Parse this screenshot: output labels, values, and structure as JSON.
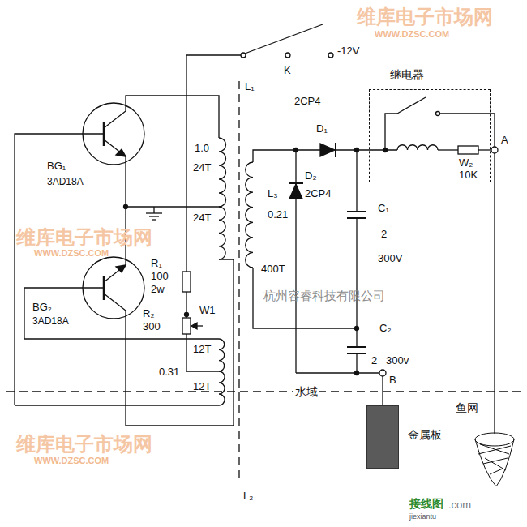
{
  "diagram": {
    "nodes": [
      {
        "text": [
          "继电器"
        ]
      },
      {
        "text": [
          "金属板"
        ]
      }
    ],
    "labels": [
      "-12V",
      "K",
      "L₁",
      "2CP4",
      "D₁",
      "D₂",
      "2CP4",
      "BG₁",
      "3AD18A",
      "1.0",
      "24T",
      "24T",
      "L₃",
      "0.21",
      "400T",
      "C₁",
      "2",
      "300V",
      "R₁",
      "100",
      "2w",
      "BG₂",
      "3AD18A",
      "R₂",
      "300",
      "W1",
      "C₂",
      "2",
      "300v",
      "0.31",
      "12T",
      "12T",
      "水域",
      "B",
      "鱼网",
      "L₂",
      "W₂",
      "10K",
      "A",
      "维库电子市场网",
      "WWW.DZSC.COM",
      "维库电子市场网",
      "WWW.DZSC.COM",
      "维库电子市场网",
      "WWW.DZSC.COM",
      "杭州容睿科技有限公司",
      "接线图",
      ".com",
      "jiexiantu"
    ]
  }
}
